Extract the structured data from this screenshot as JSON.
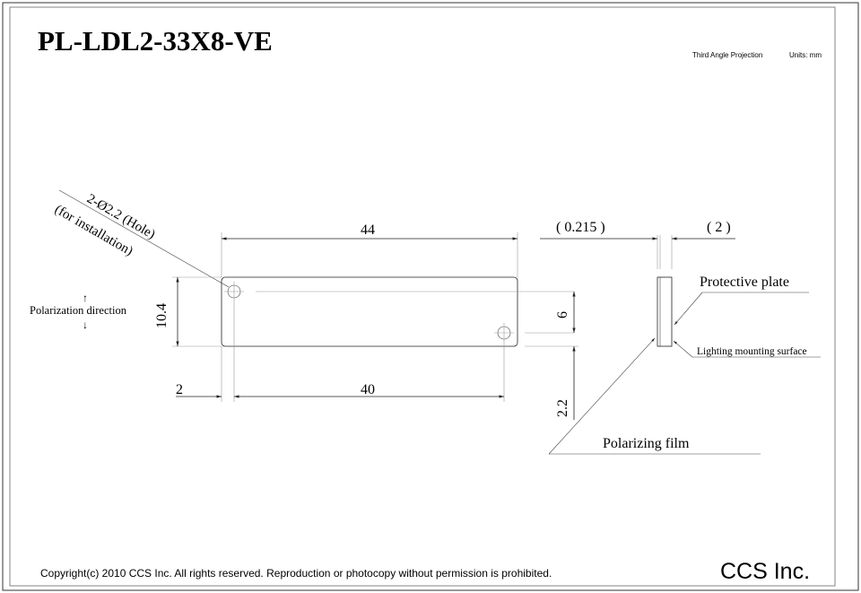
{
  "sheet": {
    "title": "PL-LDL2-33X8-VE",
    "projection": "Third Angle Projection",
    "units": "Units: mm",
    "copyright": "Copyright(c) 2010 CCS Inc. All rights reserved.  Reproduction or photocopy without permission is prohibited.",
    "company": "CCS Inc."
  },
  "front_view": {
    "hole_label_line1": "2-Ø2.2 (Hole)",
    "hole_label_line2": "(for installation)",
    "polarization_label": "Polarization direction",
    "dim_length": "44",
    "dim_height": "10.4",
    "dim_hole_spacing": "40",
    "dim_hole_offset": "2",
    "dim_hole_vertical": "6",
    "dim_bottom_offset": "2.2"
  },
  "side_view": {
    "dim_film": "( 0.215 )",
    "dim_thickness": "( 2 )",
    "label_protective_plate": "Protective plate",
    "label_mounting_surface": "Lighting mounting surface",
    "label_polarizing_film": "Polarizing film"
  }
}
